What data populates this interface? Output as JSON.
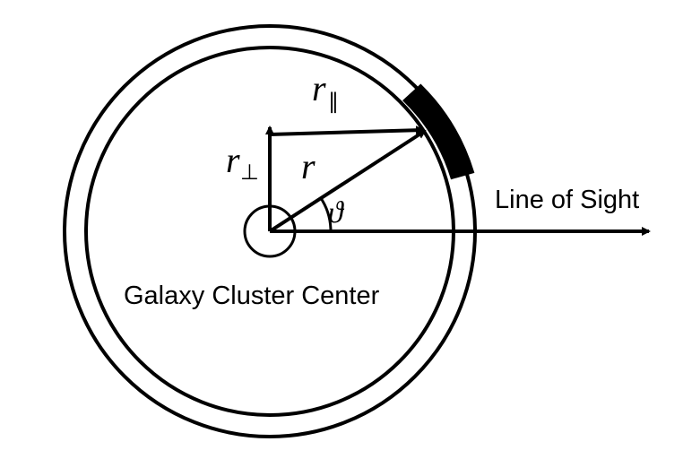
{
  "labels": {
    "line_of_sight": "Line of Sight",
    "cluster_center": "Galaxy Cluster Center",
    "r": "r",
    "r_parallel_base": "r",
    "r_parallel_sub": "∥",
    "r_perp_base": "r",
    "r_perp_sub": "⊥",
    "theta": "ϑ"
  },
  "colors": {
    "stroke": "#000000",
    "background": "#ffffff"
  }
}
